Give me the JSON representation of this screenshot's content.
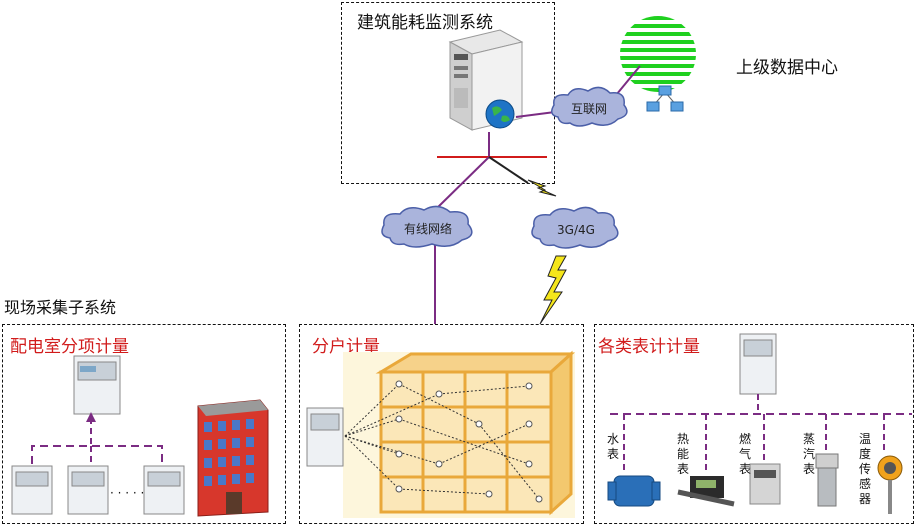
{
  "system": {
    "title": "建筑能耗监测系统"
  },
  "datacenter": {
    "label": "上级数据中心"
  },
  "networks": {
    "internet": "互联网",
    "wired": "有线网络",
    "mobile": "3G/4G"
  },
  "subsystem": {
    "label": "现场采集子系统"
  },
  "panels": {
    "power_room": "配电室分项计量",
    "household": "分户计量",
    "meters": "各类表计计量"
  },
  "meter_types": [
    {
      "label": "水表"
    },
    {
      "label": "热能表"
    },
    {
      "label": "燃气表"
    },
    {
      "label": "蒸汽表"
    },
    {
      "label": "温度传感器"
    }
  ],
  "ellipsis": "· · · · ·",
  "colors": {
    "purple": "#7b2c83",
    "red": "#d11b1b",
    "cloud": "#4b5fa8",
    "green": "#1fd01f",
    "orange": "#f0a21c"
  }
}
